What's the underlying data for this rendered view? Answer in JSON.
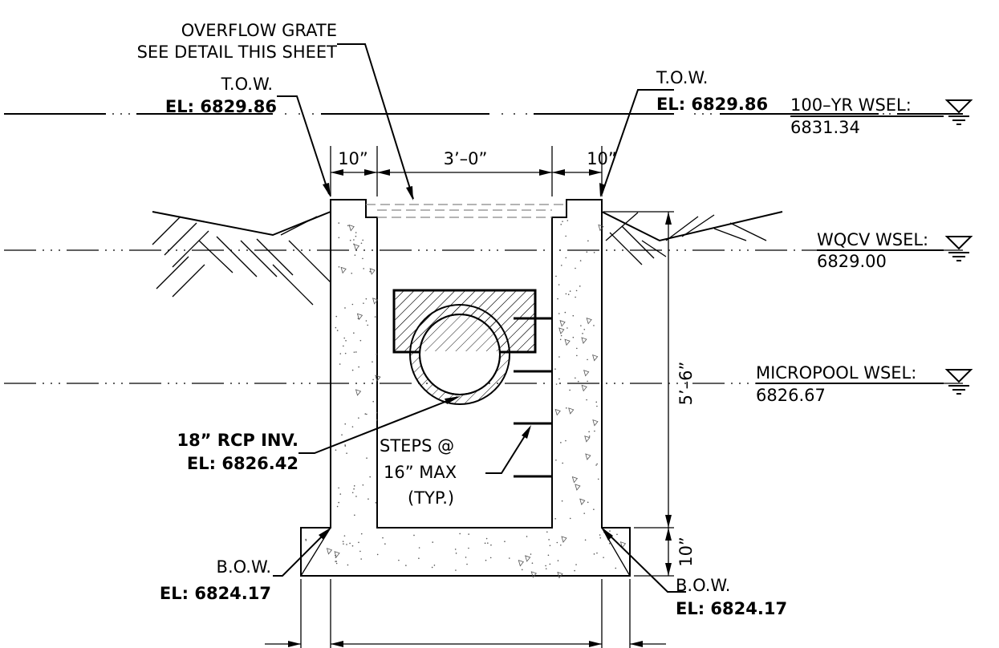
{
  "labels": {
    "overflow_grate_1": "OVERFLOW GRATE",
    "overflow_grate_2": "SEE DETAIL THIS SHEET",
    "tow_left_1": "T.O.W.",
    "tow_left_2": "EL: 6829.86",
    "tow_right_1": "T.O.W.",
    "tow_right_2": "EL: 6829.86",
    "wsel_100yr_1": "100–YR  WSEL:",
    "wsel_100yr_2": "6831.34",
    "wqcv_1": "WQCV  WSEL:",
    "wqcv_2": "6829.00",
    "micropool_1": "MICROPOOL  WSEL:",
    "micropool_2": "6826.67",
    "rcp_1": "18” RCP INV.",
    "rcp_2": "EL: 6826.42",
    "steps_1": "STEPS @",
    "steps_2": "16”  MAX",
    "steps_3": "(TYP.)",
    "bow_left_1": "B.O.W.",
    "bow_left_2": "EL: 6824.17",
    "bow_right_1": "B.O.W.",
    "bow_right_2": "EL: 6824.17"
  },
  "dimensions": {
    "wall_left": "10”",
    "opening": "3’–0”",
    "wall_right": "10”",
    "height": "5’–6”",
    "base": "10”"
  },
  "colors": {
    "line": "#000000",
    "concrete_speckle": "#555555",
    "water_line": "#777777",
    "grate": "#888888"
  }
}
